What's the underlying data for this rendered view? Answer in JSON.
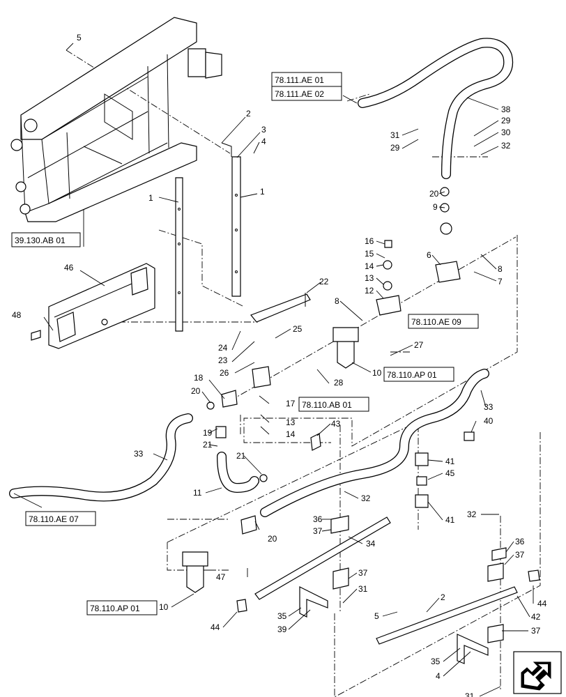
{
  "references": {
    "r_39_130_AB_01": "39.130.AB 01",
    "r_78_111_AE_01": "78.111.AE 01",
    "r_78_111_AE_02": "78.111.AE 02",
    "r_78_110_AE_09": "78.110.AE 09",
    "r_78_110_AP_01_a": "78.110.AP 01",
    "r_78_110_AB_01": "78.110.AB 01",
    "r_78_110_AE_07": "78.110.AE 07",
    "r_78_110_AP_01_b": "78.110.AP 01"
  },
  "callouts": [
    {
      "id": "c5a",
      "label": "5"
    },
    {
      "id": "c2a",
      "label": "2"
    },
    {
      "id": "c3",
      "label": "3"
    },
    {
      "id": "c4a",
      "label": "4"
    },
    {
      "id": "c1a",
      "label": "1"
    },
    {
      "id": "c1b",
      "label": "1"
    },
    {
      "id": "c46",
      "label": "46"
    },
    {
      "id": "c48",
      "label": "48"
    },
    {
      "id": "c22",
      "label": "22"
    },
    {
      "id": "c24",
      "label": "24"
    },
    {
      "id": "c23",
      "label": "23"
    },
    {
      "id": "c25",
      "label": "25"
    },
    {
      "id": "c26",
      "label": "26"
    },
    {
      "id": "c28",
      "label": "28"
    },
    {
      "id": "c27",
      "label": "27"
    },
    {
      "id": "c10a",
      "label": "10"
    },
    {
      "id": "c38",
      "label": "38"
    },
    {
      "id": "c31a",
      "label": "31"
    },
    {
      "id": "c29a",
      "label": "29"
    },
    {
      "id": "c29b",
      "label": "29"
    },
    {
      "id": "c30",
      "label": "30"
    },
    {
      "id": "c32a",
      "label": "32"
    },
    {
      "id": "c20a",
      "label": "20"
    },
    {
      "id": "c9",
      "label": "9"
    },
    {
      "id": "c16",
      "label": "16"
    },
    {
      "id": "c15",
      "label": "15"
    },
    {
      "id": "c14a",
      "label": "14"
    },
    {
      "id": "c13a",
      "label": "13"
    },
    {
      "id": "c12",
      "label": "12"
    },
    {
      "id": "c6",
      "label": "6"
    },
    {
      "id": "c8a",
      "label": "8"
    },
    {
      "id": "c7",
      "label": "7"
    },
    {
      "id": "c8b",
      "label": "8"
    },
    {
      "id": "c18",
      "label": "18"
    },
    {
      "id": "c20b",
      "label": "20"
    },
    {
      "id": "c17",
      "label": "17"
    },
    {
      "id": "c13b",
      "label": "13"
    },
    {
      "id": "c14b",
      "label": "14"
    },
    {
      "id": "c19",
      "label": "19"
    },
    {
      "id": "c21a",
      "label": "21"
    },
    {
      "id": "c33a",
      "label": "33"
    },
    {
      "id": "c33b",
      "label": "33"
    },
    {
      "id": "c40",
      "label": "40"
    },
    {
      "id": "c43",
      "label": "43"
    },
    {
      "id": "c21b",
      "label": "21"
    },
    {
      "id": "c11",
      "label": "11"
    },
    {
      "id": "c41a",
      "label": "41"
    },
    {
      "id": "c45",
      "label": "45"
    },
    {
      "id": "c32b",
      "label": "32"
    },
    {
      "id": "c41b",
      "label": "41"
    },
    {
      "id": "c36a",
      "label": "36"
    },
    {
      "id": "c37a",
      "label": "37"
    },
    {
      "id": "c20c",
      "label": "20"
    },
    {
      "id": "c34",
      "label": "34"
    },
    {
      "id": "c32c",
      "label": "32"
    },
    {
      "id": "c36b",
      "label": "36"
    },
    {
      "id": "c37b",
      "label": "37"
    },
    {
      "id": "c47",
      "label": "47"
    },
    {
      "id": "c37c",
      "label": "37"
    },
    {
      "id": "c31b",
      "label": "31"
    },
    {
      "id": "c10b",
      "label": "10"
    },
    {
      "id": "c44a",
      "label": "44"
    },
    {
      "id": "c35a",
      "label": "35"
    },
    {
      "id": "c39",
      "label": "39"
    },
    {
      "id": "c2b",
      "label": "2"
    },
    {
      "id": "c5b",
      "label": "5"
    },
    {
      "id": "c44b",
      "label": "44"
    },
    {
      "id": "c42",
      "label": "42"
    },
    {
      "id": "c37d",
      "label": "37"
    },
    {
      "id": "c35b",
      "label": "35"
    },
    {
      "id": "c4b",
      "label": "4"
    },
    {
      "id": "c31c",
      "label": "31"
    }
  ],
  "icons": {
    "navigation": "direction-arrow-icon"
  }
}
